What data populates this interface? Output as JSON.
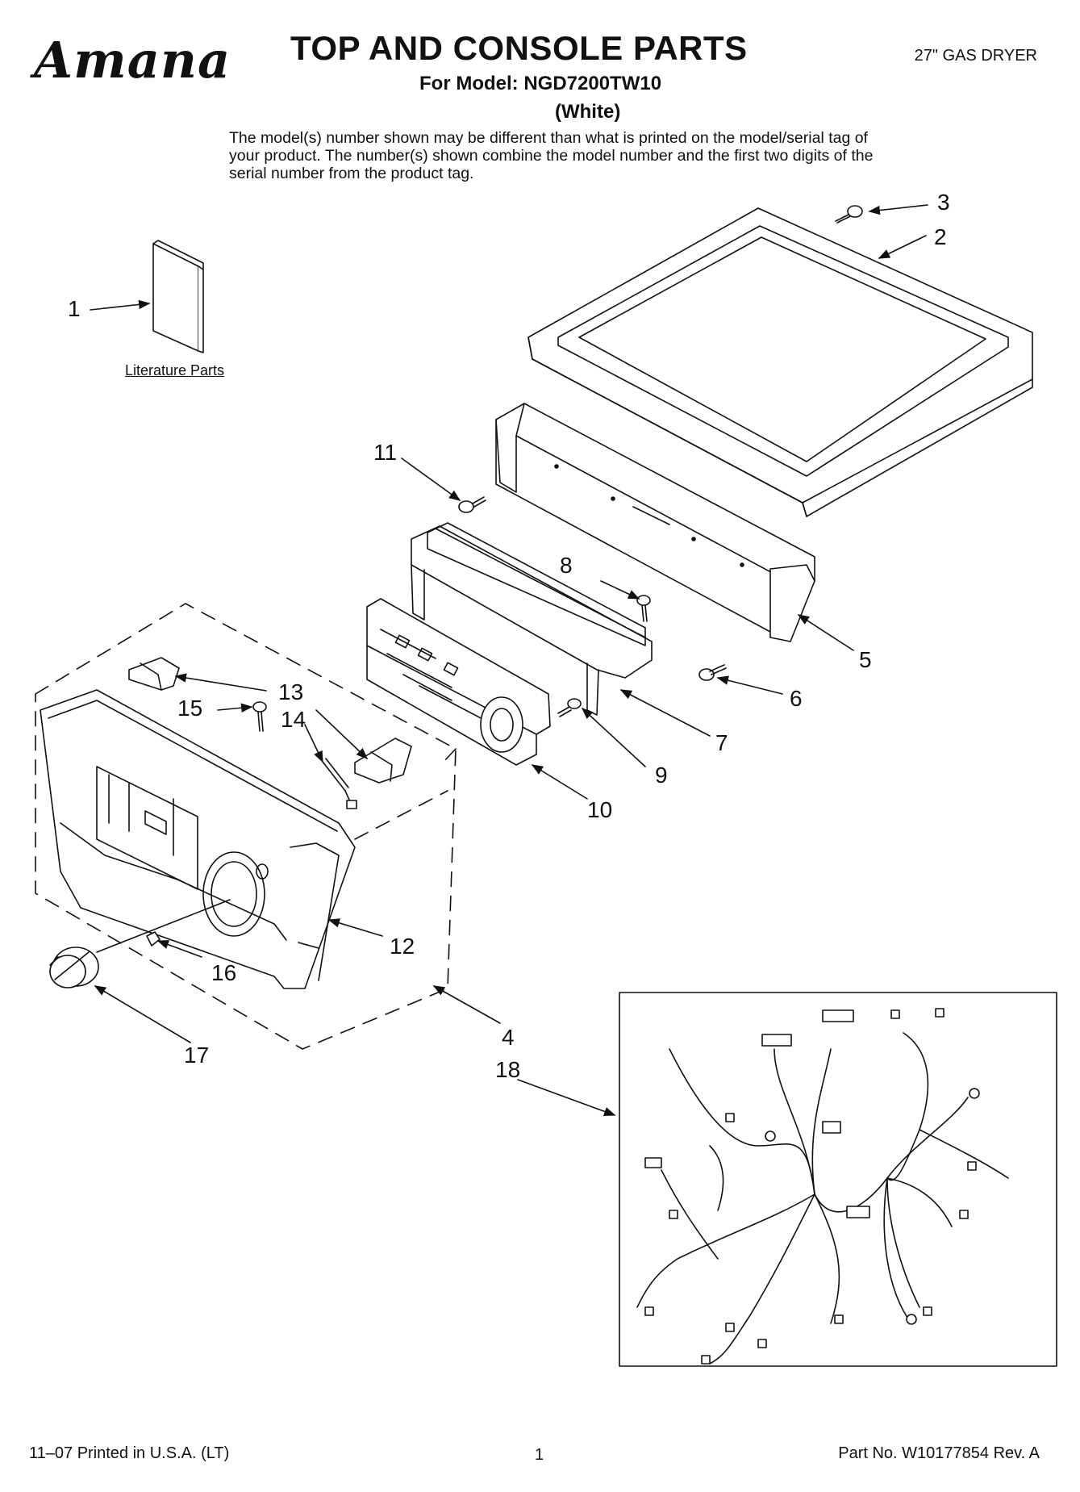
{
  "header": {
    "logo": "Amana",
    "title": "TOP AND CONSOLE PARTS",
    "model": "For Model: NGD7200TW10",
    "color": "(White)",
    "product": "27\" GAS DRYER",
    "disclaimer": "The model(s) number shown may be different than what is printed on the model/serial tag of your product. The number(s) shown combine the model number and the first two digits of the serial number from the product tag."
  },
  "literature_label": "Literature Parts",
  "callouts": {
    "c1": "1",
    "c2": "2",
    "c3": "3",
    "c4": "4",
    "c5": "5",
    "c6": "6",
    "c7": "7",
    "c8": "8",
    "c9": "9",
    "c10": "10",
    "c11": "11",
    "c12": "12",
    "c13": "13",
    "c14": "14",
    "c15": "15",
    "c16": "16",
    "c17": "17",
    "c18": "18"
  },
  "footer": {
    "printed": "11–07 Printed in U.S.A. (LT)",
    "page": "1",
    "part_no": "Part No. W10177854 Rev. A"
  }
}
